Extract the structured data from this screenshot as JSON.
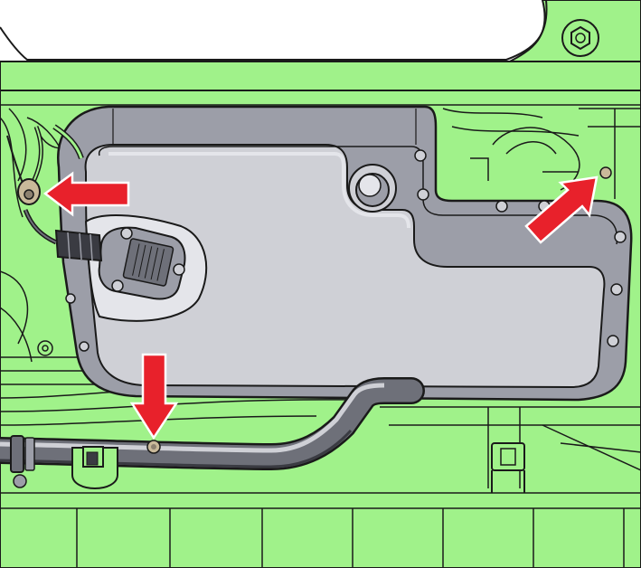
{
  "colors": {
    "background": "#ffffff",
    "engine_green": "#a0f28a",
    "engine_green_dark": "#8fe077",
    "line": "#1a1a1a",
    "pan_gray": "#cfd0d6",
    "pan_shadow": "#9c9ea8",
    "pan_light": "#e4e5ea",
    "pipe_gray": "#6e7079",
    "arrow_red": "#e8212b"
  },
  "parts": {
    "oil_pan": "oil-pan",
    "drain_plug": "drain-plug",
    "oil_level_sensor": "oil-level-sensor",
    "sensor_connector": "sensor-connector",
    "exhaust_pipe": "exhaust-pipe",
    "pipe_clamp": "pipe-clamp",
    "mounting_bracket": "mounting-bracket"
  },
  "arrows": [
    {
      "id": "arrow-left",
      "direction": "left",
      "target": "sensor-connector"
    },
    {
      "id": "arrow-up-right",
      "direction": "up-right",
      "target": "pan-bolt-right"
    },
    {
      "id": "arrow-down",
      "direction": "down",
      "target": "pipe-bolt"
    }
  ]
}
